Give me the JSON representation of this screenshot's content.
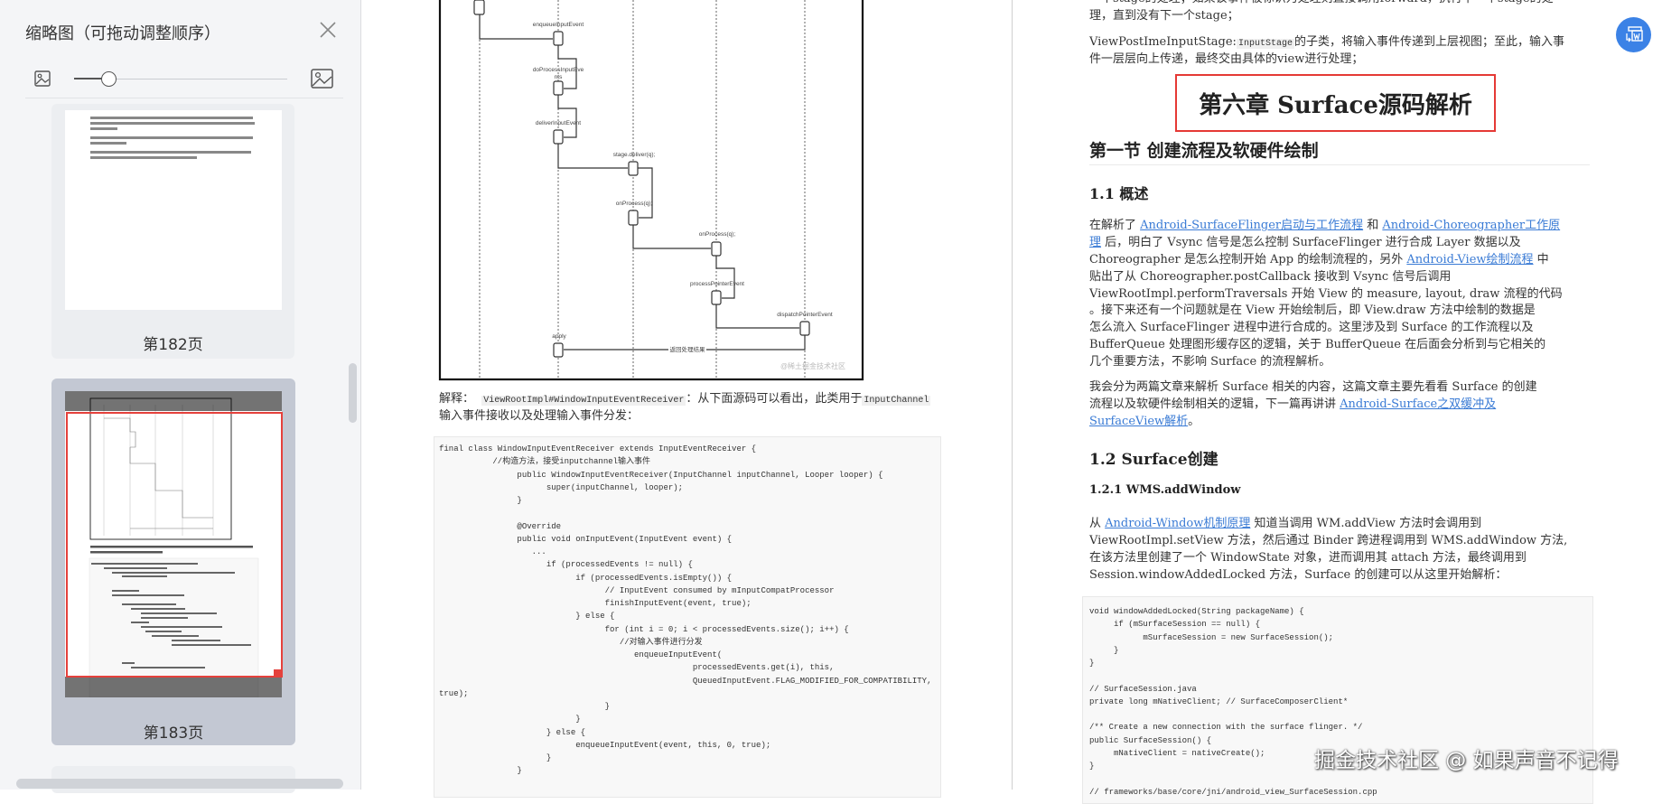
{
  "sidebar": {
    "title": "缩略图（可拖动调整顺序）",
    "close_icon": "close-icon",
    "zoom_slider_level": 0.16,
    "thumbnails": [
      {
        "label": "第182页",
        "selected": false
      },
      {
        "label": "第183页",
        "selected": true
      }
    ]
  },
  "left_page": {
    "diagram": {
      "labels": [
        "enqueueInputEvent",
        "doProcessInputEve",
        "nts",
        "deliverInputEvent",
        "stage.deliver(q);",
        "onProcess(q);",
        "onProcess(q);",
        "processPointerEvent",
        "dispatchPointerEvent",
        "apply",
        "返回处理结果"
      ],
      "watermark": "@稀土掘金技术社区"
    },
    "explain_label": "解释：",
    "explain_code": "ViewRootImpl#WindowInputEventReceiver",
    "explain_text1": "：从下面源码可以看出，此类用于",
    "explain_code2": "InputChannel",
    "explain_text2": "输入事件接收以及处理输入事件分发：",
    "code_lines": [
      "final class WindowInputEventReceiver extends InputEventReceiver {",
      "           //构造方法，接受inputchannel输入事件",
      "                public WindowInputEventReceiver(InputChannel inputChannel, Looper looper) {",
      "                      super(inputChannel, looper);",
      "                }",
      "",
      "                @Override",
      "                public void onInputEvent(InputEvent event) {",
      "                   ...",
      "                      if (processedEvents != null) {",
      "                            if (processedEvents.isEmpty()) {",
      "                                  // InputEvent consumed by mInputCompatProcessor",
      "                                  finishInputEvent(event, true);",
      "                            } else {",
      "                                  for (int i = 0; i < processedEvents.size(); i++) {",
      "                                     //对输入事件进行分发",
      "                                        enqueueInputEvent(",
      "                                                    processedEvents.get(i), this,",
      "                                                    QueuedInputEvent.FLAG_MODIFIED_FOR_COMPATIBILITY,",
      "true);",
      "                                  }",
      "                            }",
      "                      } else {",
      "                            enqueueInputEvent(event, this, 0, true);",
      "                      }",
      "                }"
    ]
  },
  "right_page": {
    "top_line_clipped": "一个stage的处理；如果该事件被标识为处理则直接调用forward，执行下一个stage的处",
    "top_line2": "理，直到没有下一个stage；",
    "post_ime_code": "ViewPostImeInputStage:",
    "post_ime_code2": "InputStage",
    "post_ime_text1": "的子类，将输入事件传递到上层视图；至此，输入事",
    "post_ime_text2": "件一层层向上传递，最终交由具体的view进行处理；",
    "chapter_title": "第六章 Surface源码解析",
    "section_title": "第一节 创建流程及软硬件绘制",
    "h_1_1": "1.1 概述",
    "para1": [
      [
        {
          "t": "在解析了 "
        },
        {
          "t": "Android-SurfaceFlinger启动与工作流程",
          "link": true
        },
        {
          "t": " 和 "
        },
        {
          "t": "Android-Choreographer工作原",
          "link": true
        }
      ],
      [
        {
          "t": "理",
          "link": true
        },
        {
          "t": " 后，明白了 Vsync 信号是怎么控制 SurfaceFlinger 进行合成 Layer 数据以及"
        }
      ],
      [
        {
          "t": "Choreographer 是怎么控制开始 App 的绘制流程的，另外 "
        },
        {
          "t": "Android-View绘制流程",
          "link": true
        },
        {
          "t": " 中"
        }
      ],
      [
        {
          "t": "贴出了从 Choreographer.postCallback 接收到 Vsync 信号后调用"
        }
      ],
      [
        {
          "t": "ViewRootImpl.performTraversals 开始 View 的 measure, layout, draw 流程的代码"
        }
      ],
      [
        {
          "t": "。接下来还有一个问题就是在 View 开始绘制后，即 View.draw 方法中绘制的数据是"
        }
      ],
      [
        {
          "t": "怎么流入 SurfaceFlinger 进程中进行合成的。这里涉及到 Surface 的工作流程以及"
        }
      ],
      [
        {
          "t": "BufferQueue 处理图形缓存区的逻辑，关于 BufferQueue 在后面会分析到与它相关的"
        }
      ],
      [
        {
          "t": "几个重要方法，不影响 Surface 的流程解析。"
        }
      ]
    ],
    "para2": [
      [
        {
          "t": "我会分为两篇文章来解析 Surface 相关的内容，这篇文章主要先看看 Surface 的创建"
        }
      ],
      [
        {
          "t": "流程以及软硬件绘制相关的逻辑，下一篇再讲讲 "
        },
        {
          "t": "Android-Surface之双缓冲及",
          "link": true
        }
      ],
      [
        {
          "t": "SurfaceView解析",
          "link": true
        },
        {
          "t": "。"
        }
      ]
    ],
    "h_1_2": "1.2 Surface创建",
    "h_1_2_1": "1.2.1 WMS.addWindow",
    "para3": [
      [
        {
          "t": "从 "
        },
        {
          "t": "Android-Window机制原理",
          "link": true
        },
        {
          "t": " 知道当调用 WM.addView 方法时会调用到"
        }
      ],
      [
        {
          "t": "ViewRootImpl.setView 方法，然后通过 Binder 跨进程调用到 WMS.addWindow 方法,"
        }
      ],
      [
        {
          "t": "在该方法里创建了一个 WindowState 对象，进而调用其 attach 方法，最终调用到"
        }
      ],
      [
        {
          "t": "Session.windowAddedLocked 方法，Surface 的创建可以从这里开始解析："
        }
      ]
    ],
    "code_lines": [
      "void windowAddedLocked(String packageName) {",
      "     if (mSurfaceSession == null) {",
      "           mSurfaceSession = new SurfaceSession();",
      "     }",
      "}",
      "",
      "// SurfaceSession.java",
      "private long mNativeClient; // SurfaceComposerClient*",
      "",
      "/** Create a new connection with the surface flinger. */",
      "public SurfaceSession() {",
      "     mNativeClient = nativeCreate();",
      "}",
      "",
      "// frameworks/base/core/jni/android_view_SurfaceSession.cpp"
    ]
  },
  "floating_button_icon": "translate-doc-icon",
  "accent_color": "#3b82e6",
  "highlight_color": "#e53935",
  "watermark": "掘金技术社区 @ 如果声音不记得"
}
